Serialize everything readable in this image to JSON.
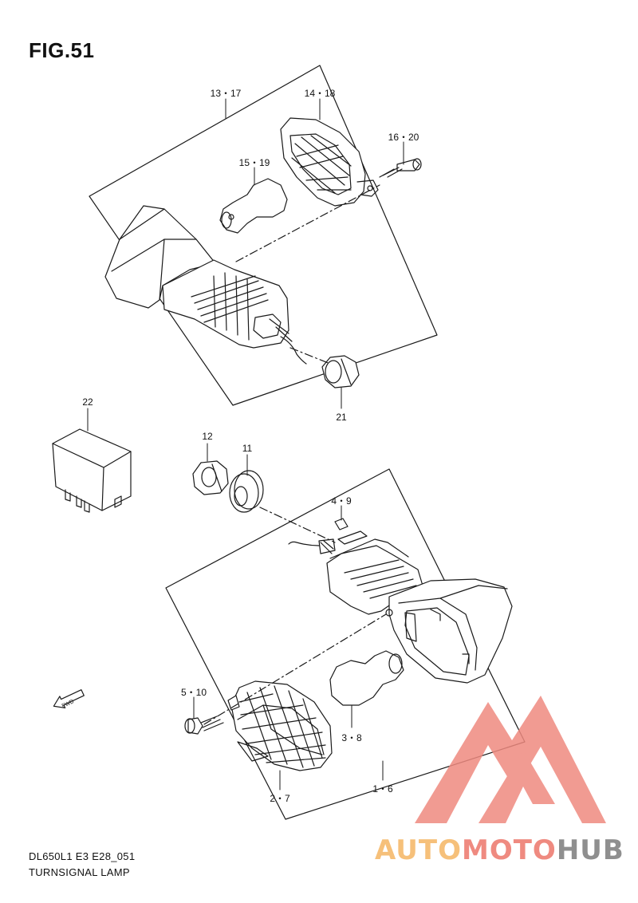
{
  "figure": {
    "title": "FIG.51"
  },
  "part_labels": {
    "p13_17": "13・17",
    "p14_18": "14・18",
    "p16_20": "16・20",
    "p15_19": "15・19",
    "p21": "21",
    "p22": "22",
    "p12": "12",
    "p11": "11",
    "p4_9": "4・9",
    "p5_10": "5・10",
    "p3_8": "3・8",
    "p2_7": "2・7",
    "p1_6": "1・6"
  },
  "fwd_label": "FWD",
  "footer": {
    "code": "DL650L1  E3  E28_051",
    "name": "TURNSIGNAL LAMP"
  },
  "watermark": {
    "part1": "AUTO",
    "part2": "MOTO",
    "part3": "HUB",
    "color_light": "#f6c07a",
    "color_red": "#ef8a80",
    "color_grey": "#8f8f8f"
  },
  "colors": {
    "line": "#1a1a1a"
  }
}
